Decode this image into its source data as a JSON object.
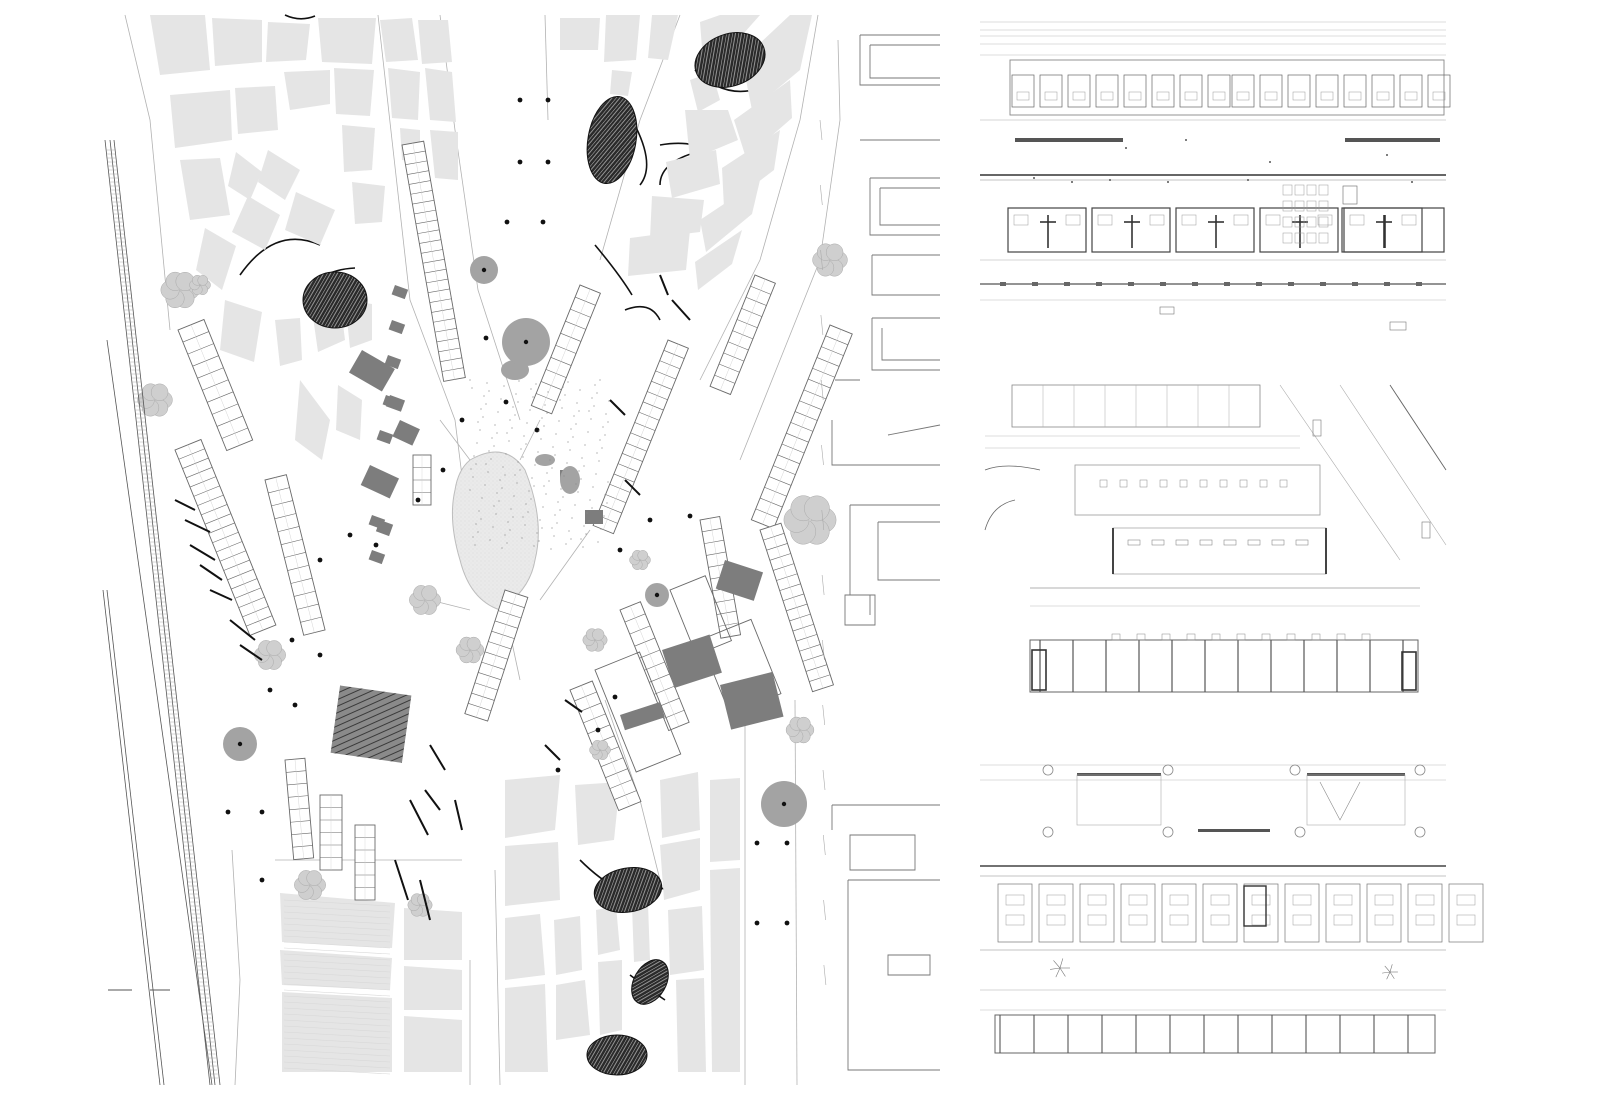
{
  "sheet": {
    "site_plan": {
      "colors": {
        "block": "#e5e5e5",
        "light_fill": "#eeeeee",
        "mid_fill": "#a3a3a3",
        "dark_fill": "#7d7d7d",
        "hatch": "#222222",
        "line": "#6a6a6a",
        "thin_line": "#b2b2b2",
        "tree": "#cfcfcf",
        "point": "#111111"
      },
      "features": [
        "railway-tracks",
        "city-blocks",
        "hatched-ellipses",
        "tree-clusters",
        "plaza-trees",
        "central-green",
        "linear-buildings",
        "dark-gray-volumes",
        "striped-pavilion",
        "circular-plazas"
      ]
    },
    "plans": [
      {
        "name": "plan-top",
        "scale_note": ""
      },
      {
        "name": "plan-middle",
        "scale_note": ""
      },
      {
        "name": "plan-bottom",
        "scale_note": ""
      }
    ]
  }
}
